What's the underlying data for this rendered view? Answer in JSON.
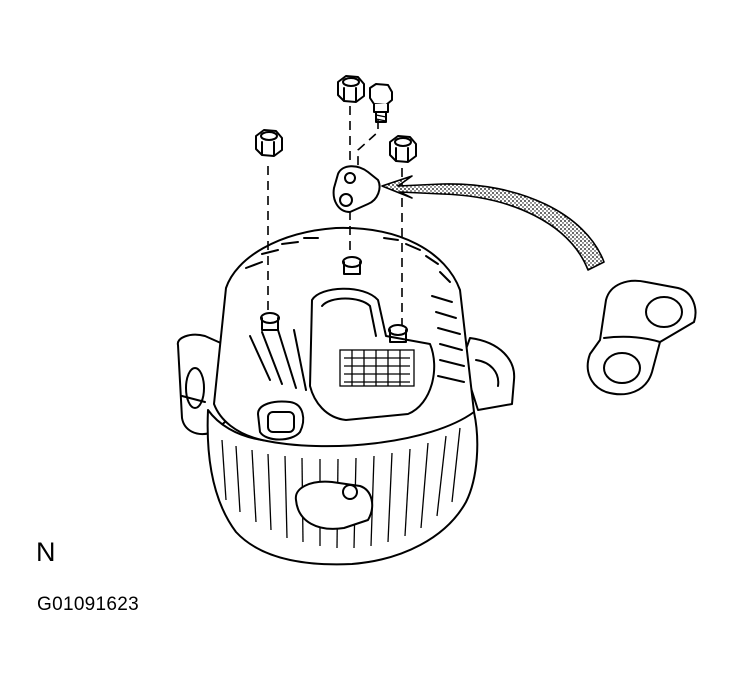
{
  "view_letter": "N",
  "figure_code": "G01091623",
  "colors": {
    "ink": "#000000",
    "paper": "#ffffff"
  },
  "parts": {
    "assembly": "alternator",
    "fasteners": [
      "nut",
      "nut",
      "nut",
      "bolt"
    ],
    "detail": "bracket-plate"
  }
}
